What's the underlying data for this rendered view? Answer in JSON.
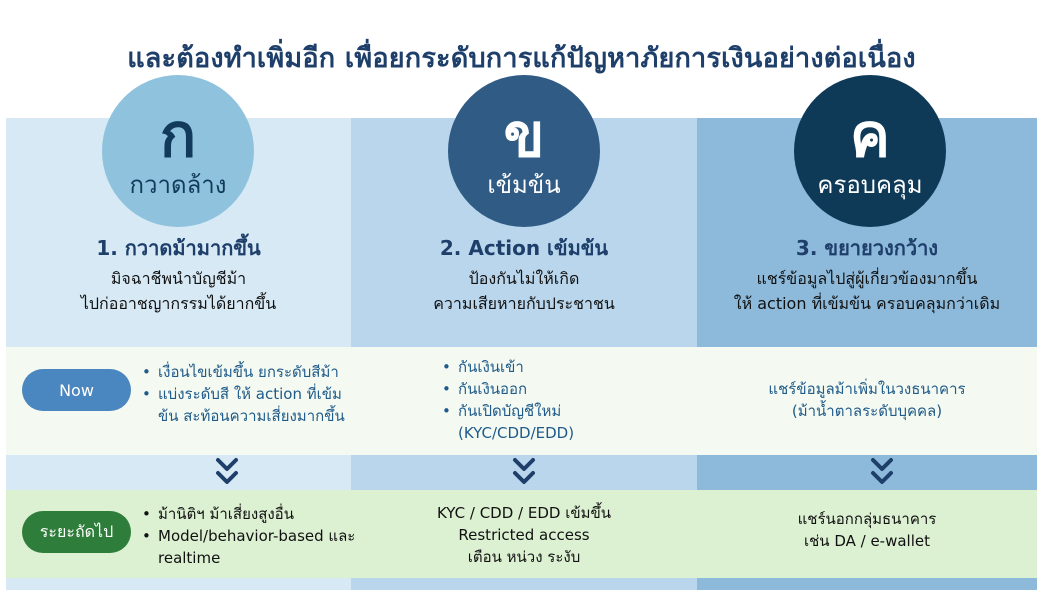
{
  "title": "และต้องทำเพิ่มอีก เพื่อยกระดับการแก้ปัญหาภัยการเงินอย่างต่อเนื่อง",
  "colors": {
    "title": "#1f3f6b",
    "col1_bg": "#d6e9f5",
    "col2_bg": "#b9d6ec",
    "col3_bg": "#8dbadb",
    "circle1": "#8fc3dd",
    "circle2": "#2f5b85",
    "circle3": "#0e3a58",
    "now_pill": "#4a86bf",
    "next_pill": "#2f7d3a",
    "chevron": "#1f3f6b"
  },
  "columns": [
    {
      "letter": "ก",
      "word": "กวาดล้าง",
      "heading": "1. กวาดม้ามากขึ้น",
      "desc_lines": [
        "มิจฉาชีพนำบัญชีม้า",
        "ไปก่ออาชญากรรมได้ยากขึ้น"
      ]
    },
    {
      "letter": "ข",
      "word": "เข้มข้น",
      "heading": "2. Action เข้มข้น",
      "desc_lines": [
        "ป้องกันไม่ให้เกิด",
        "ความเสียหายกับประชาชน"
      ]
    },
    {
      "letter": "ค",
      "word": "ครอบคลุม",
      "heading": "3. ขยายวงกว้าง",
      "desc_lines": [
        "แชร์ข้อมูลไปสู่ผู้เกี่ยวข้องมากขึ้น",
        "ให้ action ที่เข้มข้น ครอบคลุมกว่าเดิม"
      ]
    }
  ],
  "now": {
    "label": "Now",
    "col1_bullets": [
      "เงื่อนไขเข้มขึ้น ยกระดับสีม้า",
      "แบ่งระดับสี ให้ action ที่เข้มข้น สะท้อนความเสี่ยงมากขึ้น"
    ],
    "col2_bullets": [
      "กันเงินเข้า",
      "กันเงินออก",
      "กันเปิดบัญชีใหม่ (KYC/CDD/EDD)"
    ],
    "col3_lines": [
      "แชร์ข้อมูลม้าเพิ่มในวงธนาคาร",
      "(ม้าน้ำตาลระดับบุคคล)"
    ]
  },
  "next": {
    "label": "ระยะถัดไป",
    "col1_bullets": [
      "ม้านิติฯ ม้าเสี่ยงสูงอื่น",
      "Model/behavior-based และ realtime"
    ],
    "col2_lines": [
      "KYC / CDD / EDD เข้มขึ้น",
      "Restricted access",
      "เตือน หน่วง ระงับ"
    ],
    "col3_lines": [
      "แชร์นอกกลุ่มธนาคาร",
      "เช่น DA / e-wallet"
    ]
  },
  "icons": {
    "chevron": "double-chevron-down-icon"
  }
}
